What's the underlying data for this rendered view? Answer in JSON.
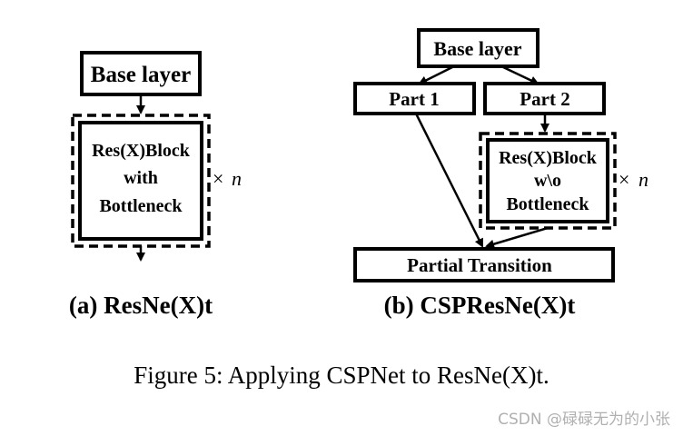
{
  "panel_a": {
    "base_layer": "Base layer",
    "block_line1": "Res(X)Block",
    "block_line2": "with",
    "block_line3": "Bottleneck",
    "times_symbol": "×",
    "times_n": "n",
    "caption": "(a) ResNe(X)t"
  },
  "panel_b": {
    "base_layer": "Base layer",
    "part1": "Part 1",
    "part2": "Part 2",
    "block_line1": "Res(X)Block",
    "block_line2": "w\\o",
    "block_line3": "Bottleneck",
    "times_symbol": "×",
    "times_n": "n",
    "transition": "Partial Transition",
    "caption": "(b) CSPResNe(X)t"
  },
  "figure_caption": "Figure 5: Applying CSPNet to ResNe(X)t.",
  "watermark": "CSDN @碌碌无为的小张"
}
